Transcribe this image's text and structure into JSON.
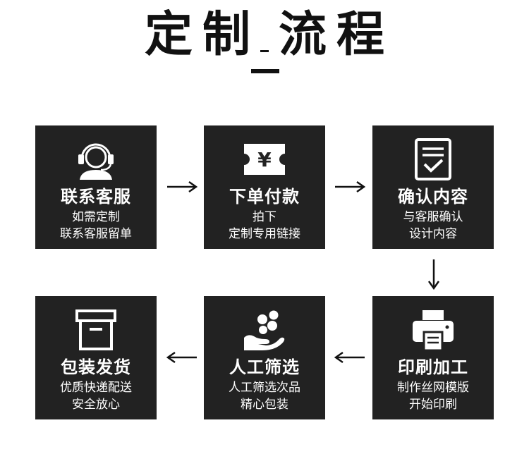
{
  "title": {
    "chars": [
      "定",
      "制",
      "流",
      "程"
    ]
  },
  "steps": [
    {
      "title": "联系客服",
      "line1": "如需定制",
      "line2": "联系客服留单",
      "icon": "customer-service-icon"
    },
    {
      "title": "下单付款",
      "line1": "拍下",
      "line2": "定制专用链接",
      "icon": "yen-ticket-icon",
      "symbol": "¥"
    },
    {
      "title": "确认内容",
      "line1": "与客服确认",
      "line2": "设计内容",
      "icon": "document-check-icon"
    },
    {
      "title": "印刷加工",
      "line1": "制作丝网模版",
      "line2": "开始印刷",
      "icon": "printer-icon"
    },
    {
      "title": "人工筛选",
      "line1": "人工筛选次品",
      "line2": "精心包装",
      "icon": "hand-pick-icon"
    },
    {
      "title": "包装发货",
      "line1": "优质快递配送",
      "line2": "安全放心",
      "icon": "box-icon"
    }
  ],
  "colors": {
    "card_bg": "#222222",
    "text_dark": "#111111",
    "text_light": "#ffffff"
  }
}
